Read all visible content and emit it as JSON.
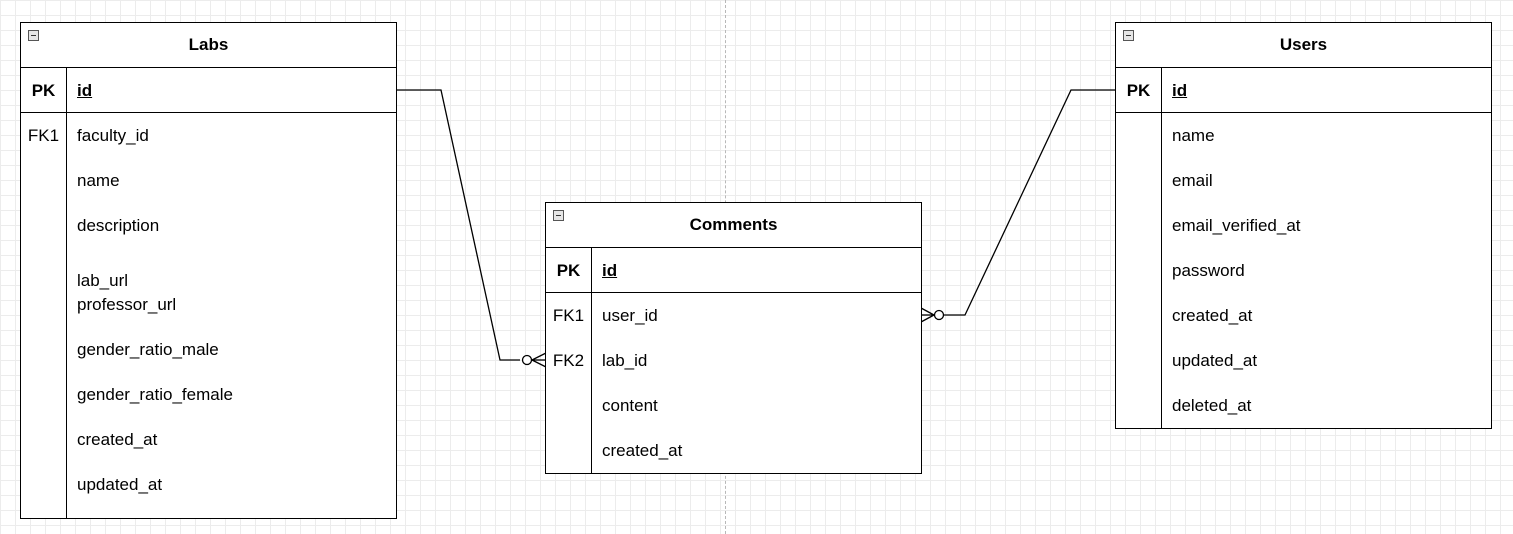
{
  "entities": {
    "labs": {
      "title": "Labs",
      "pk": {
        "key": "PK",
        "name": "id"
      },
      "attributes": [
        {
          "key": "FK1",
          "name": "faculty_id"
        },
        {
          "key": "",
          "name": "name"
        },
        {
          "key": "",
          "name": "description"
        },
        {
          "key": "",
          "name": "lab_url"
        },
        {
          "key": "",
          "name": "professor_url"
        },
        {
          "key": "",
          "name": "gender_ratio_male"
        },
        {
          "key": "",
          "name": "gender_ratio_female"
        },
        {
          "key": "",
          "name": "created_at"
        },
        {
          "key": "",
          "name": "updated_at"
        }
      ]
    },
    "comments": {
      "title": "Comments",
      "pk": {
        "key": "PK",
        "name": "id"
      },
      "attributes": [
        {
          "key": "FK1",
          "name": "user_id"
        },
        {
          "key": "FK2",
          "name": "lab_id"
        },
        {
          "key": "",
          "name": "content"
        },
        {
          "key": "",
          "name": "created_at"
        }
      ]
    },
    "users": {
      "title": "Users",
      "pk": {
        "key": "PK",
        "name": "id"
      },
      "attributes": [
        {
          "key": "",
          "name": "name"
        },
        {
          "key": "",
          "name": "email"
        },
        {
          "key": "",
          "name": "email_verified_at"
        },
        {
          "key": "",
          "name": "password"
        },
        {
          "key": "",
          "name": "created_at"
        },
        {
          "key": "",
          "name": "updated_at"
        },
        {
          "key": "",
          "name": "deleted_at"
        }
      ]
    }
  },
  "relationships": [
    {
      "from": "Labs.id",
      "to": "Comments.lab_id",
      "from_cardinality": "one",
      "to_cardinality": "zero-or-many"
    },
    {
      "from": "Users.id",
      "to": "Comments.user_id",
      "from_cardinality": "one",
      "to_cardinality": "zero-or-many"
    }
  ],
  "colors": {
    "line": "#000000",
    "grid": "#ececec",
    "background": "#ffffff"
  }
}
